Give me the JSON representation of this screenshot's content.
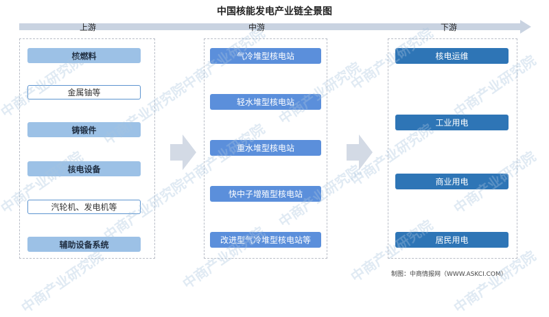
{
  "title": "中国核能发电产业链全景图",
  "stages": {
    "upstream": "上游",
    "midstream": "中游",
    "downstream": "下游"
  },
  "upstream_items": [
    "核燃料",
    "金属铀等",
    "铸锻件",
    "核电设备",
    "汽轮机、发电机等",
    "辅助设备系统"
  ],
  "midstream_items": [
    "气冷堆型核电站",
    "轻水堆型核电站",
    "重水堆型核电站",
    "快中子增殖型核电站",
    "改进型气冷堆型核电站等"
  ],
  "downstream_items": [
    "核电运维",
    "工业用电",
    "商业用电",
    "居民用电"
  ],
  "credit": "制图：中商情报网（WWW.ASKCI.COM）",
  "watermark": "中商产业研究院",
  "colors": {
    "band": "#c9d3e1",
    "upstream_fill": "#9cc1e6",
    "upstream_outline": "#5b93cf",
    "midstream": "#5b8fdb",
    "downstream": "#2e75b6",
    "flow_arrow": "#d3dae5"
  }
}
